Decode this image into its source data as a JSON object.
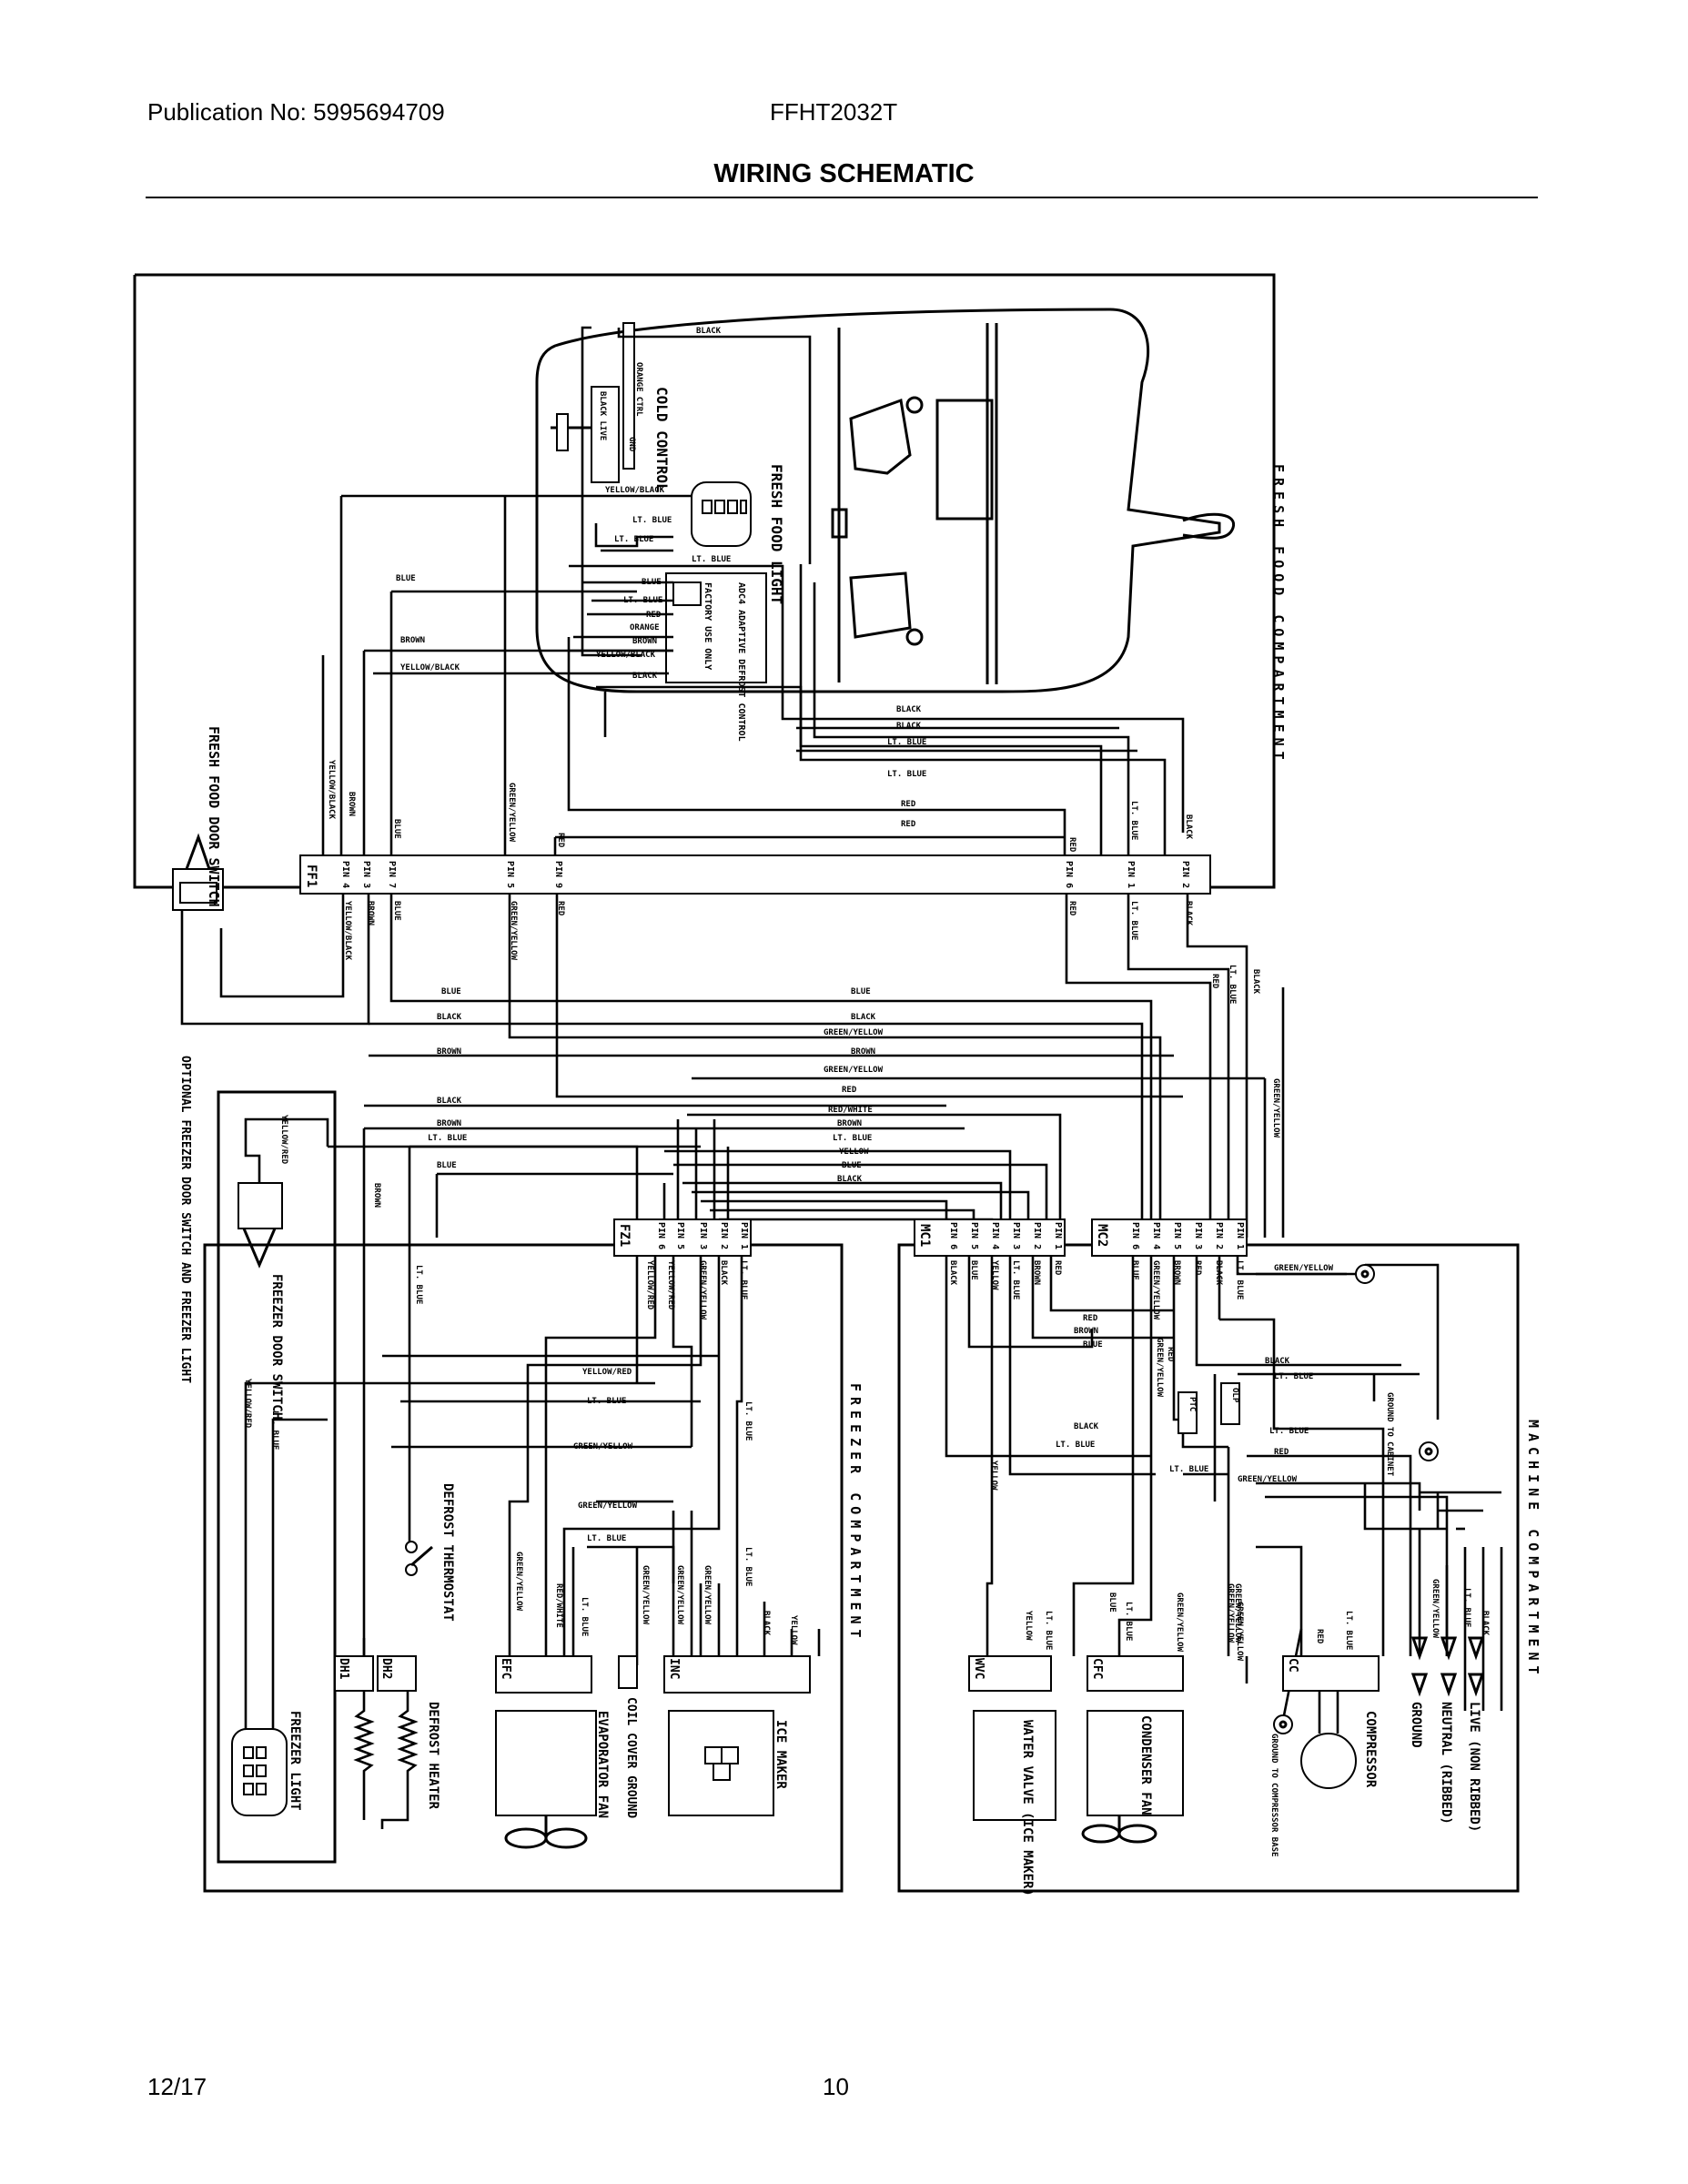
{
  "header": {
    "publication": "Publication No: 5995694709",
    "model": "FFHT2032T",
    "title": "WIRING SCHEMATIC"
  },
  "footer": {
    "date": "12/17",
    "page": "10"
  },
  "compartments": {
    "fresh_food": "FRESH FOOD COMPARTMENT",
    "freezer": "FREEZER COMPARTMENT",
    "machine": "MACHINE COMPARTMENT"
  },
  "components": {
    "cold_control": "COLD CONTROL",
    "fresh_food_light": "FRESH FOOD LIGHT",
    "adc": "ADC4 ADAPTIVE DEFROST CONTROL",
    "factory_use": "FACTORY USE ONLY",
    "ff_door_switch": "FRESH FOOD DOOR SWITCH",
    "optional_switch": "OPTIONAL FREEZER DOOR SWITCH AND FREEZER LIGHT",
    "freezer_door_switch": "FREEZER DOOR SWITCH",
    "freezer_light": "FREEZER LIGHT",
    "defrost_thermostat": "DEFROST THERMOSTAT",
    "defrost_heater": "DEFROST HEATER",
    "evaporator_fan": "EVAPORATOR FAN",
    "coil_cover_ground": "COIL COVER GROUND",
    "ice_maker": "ICE MAKER",
    "water_valve": "WATER VALVE (ICE MAKER)",
    "condenser_fan": "CONDENSER FAN",
    "compressor": "COMPRESSOR",
    "ground_to_cabinet": "GROUND TO CABINET",
    "ground_to_compressor_base": "GROUND TO COMPRESSOR BASE",
    "ground": "GROUND",
    "neutral": "NEUTRAL (RIBBED)",
    "live": "LIVE (NON RIBBED)",
    "ptc": "PTC",
    "olp": "OLP"
  },
  "connectors": {
    "ff1": "FF1",
    "fz1": "FZ1",
    "mc1": "MC1",
    "mc2": "MC2",
    "dh1": "DH1",
    "dh2": "DH2",
    "efc": "EFC",
    "inc": "INC",
    "wvc": "WVC",
    "cfc": "CFC",
    "cc": "CC"
  },
  "ff1_pins": [
    {
      "pin": "PIN 4",
      "top": "YELLOW/BLACK",
      "bottom": "YELLOW/BLACK"
    },
    {
      "pin": "PIN 3",
      "top": "BROWN",
      "bottom": "BROWN"
    },
    {
      "pin": "PIN 7",
      "top": "BLUE",
      "bottom": "BLUE"
    },
    {
      "pin": "PIN 5",
      "top": "GREEN/YELLOW",
      "bottom": "GREEN/YELLOW"
    },
    {
      "pin": "PIN 6",
      "top": "RED",
      "bottom": "RED"
    },
    {
      "pin": "PIN 9",
      "top": "RED",
      "bottom": "RED"
    },
    {
      "pin": "PIN 1",
      "top": "LT. BLUE",
      "bottom": "LT. BLUE"
    },
    {
      "pin": "PIN 2",
      "top": "BLACK",
      "bottom": "BLACK"
    }
  ],
  "fz1_pins": [
    {
      "pin": "PIN 6",
      "wire": "YELLOW/RED"
    },
    {
      "pin": "PIN 5",
      "wire": "YELLOW/RED"
    },
    {
      "pin": "PIN 3",
      "wire": "GREEN/YELLOW"
    },
    {
      "pin": "PIN 2",
      "wire": "BLACK"
    },
    {
      "pin": "PIN 1",
      "wire": "LT. BLUE"
    }
  ],
  "mc1_pins": [
    {
      "pin": "PIN 6",
      "wire": "BLACK"
    },
    {
      "pin": "PIN 5",
      "wire": "BLUE"
    },
    {
      "pin": "PIN 4",
      "wire": "YELLOW"
    },
    {
      "pin": "PIN 3",
      "wire": "LT. BLUE"
    },
    {
      "pin": "PIN 2",
      "wire": "BROWN"
    },
    {
      "pin": "PIN 1",
      "wire": "RED"
    }
  ],
  "mc2_pins": [
    {
      "pin": "PIN 6",
      "wire": "BLUE"
    },
    {
      "pin": "PIN 4",
      "wire": "GREEN/YELLOW"
    },
    {
      "pin": "PIN 5",
      "wire": "BROWN"
    },
    {
      "pin": "PIN 3",
      "wire": "RED"
    },
    {
      "pin": "PIN 2",
      "wire": "BLACK"
    },
    {
      "pin": "PIN 1",
      "wire": "LT. BLUE"
    }
  ],
  "wire_labels": {
    "black": "BLACK",
    "blue": "BLUE",
    "lt_blue": "LT. BLUE",
    "brown": "BROWN",
    "red": "RED",
    "orange": "ORANGE",
    "yellow": "YELLOW",
    "green_yellow": "GREEN/YELLOW",
    "yellow_black": "YELLOW/BLACK",
    "yellow_red": "YELLOW/RED",
    "red_white": "RED/WHITE",
    "black_live": "BLACK LIVE",
    "orange_ctrl": "ORANGE CTRL",
    "gnd": "GND"
  }
}
